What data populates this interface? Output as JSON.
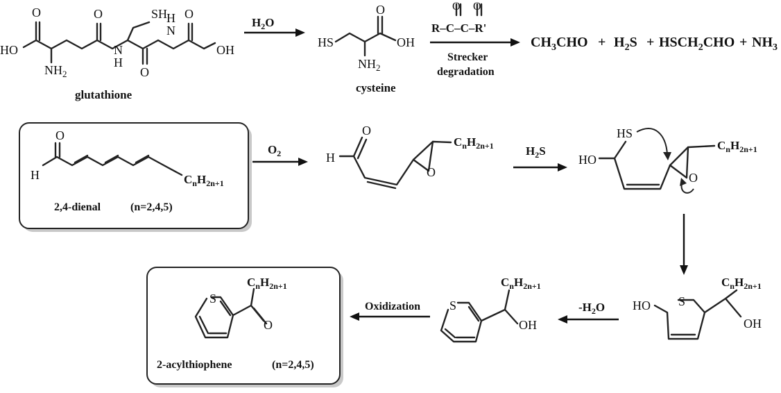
{
  "row1": {
    "glutathione": {
      "name": "glutathione",
      "ho": "HO",
      "o_acid1": "O",
      "o_amide1": "O",
      "nh2_n": "NH",
      "nh2_sub": "2",
      "n1": "N",
      "h1": "H",
      "sh": "SH",
      "n2": "N",
      "h2": "H",
      "o_amide2": "O",
      "o_acid2": "O",
      "oh": "OH"
    },
    "water_arrow": {
      "label": "H",
      "sub": "2",
      "tail": "O"
    },
    "cysteine": {
      "name": "cysteine",
      "hs": "HS",
      "o": "O",
      "oh": "OH",
      "nh2_n": "NH",
      "nh2_sub": "2"
    },
    "strecker": {
      "reagent_r": "R",
      "reagent_c1": "C",
      "reagent_c2": "C",
      "reagent_rp": "R'",
      "reagent_o1": "O",
      "reagent_o2": "O",
      "label_line1": "Strecker",
      "label_line2": "degradation"
    },
    "products": [
      {
        "parts": [
          "CH",
          "3",
          "CHO"
        ]
      },
      {
        "parts": [
          "H",
          "2",
          "S"
        ]
      },
      {
        "parts": [
          "HSCH",
          "2",
          "CHO"
        ]
      },
      {
        "parts": [
          "NH",
          "3",
          ""
        ]
      }
    ],
    "plus": "+"
  },
  "row2": {
    "dienal_box": {
      "o": "O",
      "h": "H",
      "chain_c": "C",
      "chain_n": "n",
      "chain_h": "H",
      "chain_sub": "2n+1",
      "name": "2,4-dienal",
      "n_note": "(n=2,4,5)"
    },
    "oxygen_arrow": {
      "label": "O",
      "sub": "2"
    },
    "epoxide": {
      "o_ald": "O",
      "h": "H",
      "o_ring": "O",
      "chain_c": "C",
      "chain_n": "n",
      "chain_h": "H",
      "chain_sub": "2n+1"
    },
    "h2s_arrow": {
      "label": "H",
      "sub": "2",
      "tail": "S"
    },
    "intermediate": {
      "hs": "HS",
      "ho": "HO",
      "o_ring": "O",
      "chain_c": "C",
      "chain_n": "n",
      "chain_h": "H",
      "chain_sub": "2n+1"
    }
  },
  "row3": {
    "dihydrothiophene": {
      "ho": "HO",
      "s": "S",
      "oh": "OH",
      "chain_c": "C",
      "chain_n": "n",
      "chain_h": "H",
      "chain_sub": "2n+1"
    },
    "dehydration_arrow": {
      "label": "-H",
      "sub": "2",
      "tail": "O"
    },
    "thiophene_alcohol": {
      "s": "S",
      "oh": "OH",
      "chain_c": "C",
      "chain_n": "n",
      "chain_h": "H",
      "chain_sub": "2n+1"
    },
    "oxidization_arrow": {
      "label": "Oxidization"
    },
    "acylthiophene_box": {
      "s": "S",
      "o": "O",
      "chain_c": "C",
      "chain_n": "n",
      "chain_h": "H",
      "chain_sub": "2n+1",
      "name": "2-acylthiophene",
      "n_note": "(n=2,4,5)"
    }
  }
}
